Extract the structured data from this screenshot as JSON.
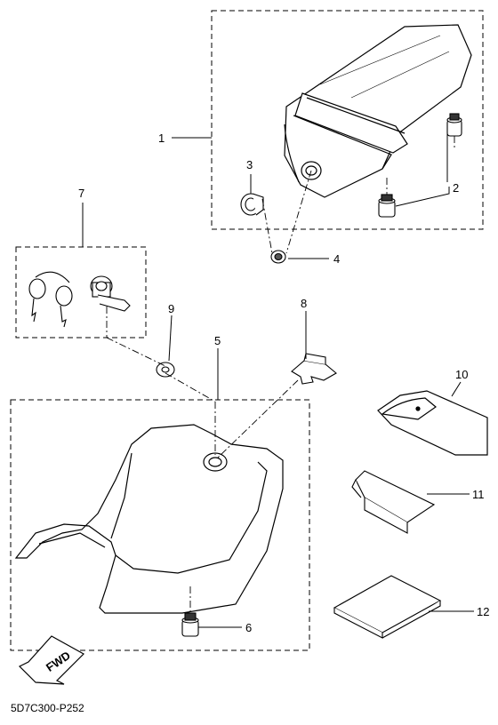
{
  "callouts": {
    "c1": "1",
    "c2": "2",
    "c3": "3",
    "c4": "4",
    "c5": "5",
    "c6": "6",
    "c7": "7",
    "c8": "8",
    "c9": "9",
    "c10": "10",
    "c11": "11",
    "c12": "12"
  },
  "fwd_label": "FWD",
  "part_code": "5D7C300-P252",
  "colors": {
    "line": "#000000",
    "background": "#ffffff"
  }
}
